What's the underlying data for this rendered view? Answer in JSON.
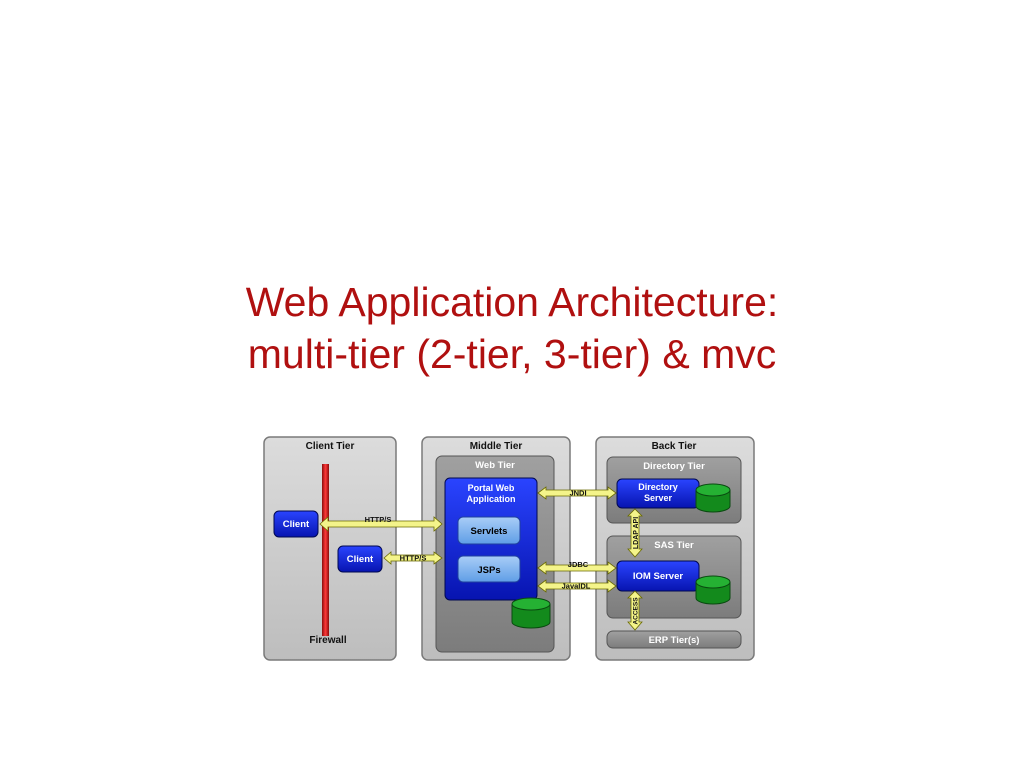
{
  "slide": {
    "title_line1": "Web Application Architecture:",
    "title_line2": "multi-tier (2-tier, 3-tier) & mvc"
  },
  "diagram": {
    "client_tier": {
      "label": "Client Tier",
      "client_1": "Client",
      "client_2": "Client",
      "firewall": "Firewall"
    },
    "middle_tier": {
      "label": "Middle Tier",
      "web_tier": "Web Tier",
      "portal_line1": "Portal Web",
      "portal_line2": "Application",
      "servlets": "Servlets",
      "jsps": "JSPs"
    },
    "back_tier": {
      "label": "Back Tier",
      "directory_tier": "Directory Tier",
      "directory_line1": "Directory",
      "directory_line2": "Server",
      "sas_tier": "SAS Tier",
      "iom_server": "IOM Server",
      "erp_tier": "ERP Tier(s)"
    },
    "connections": {
      "http_1": "HTTP/S",
      "http_2": "HTTP/S",
      "jndi": "JNDI",
      "jdbc": "JDBC",
      "javaidl": "JavaIDL",
      "ldap_api": "LDAP API",
      "access": "ACCESS"
    },
    "colors": {
      "panel": "#c8c8c8",
      "subpanel": "#8e8e8e",
      "box_blue": "#0a1fd6",
      "box_light": "#7fb4ef",
      "firewall_red": "#d41414",
      "arrow_yellow": "#f4f48a",
      "db_green": "#138a1c",
      "title_red": "#b01010"
    }
  }
}
